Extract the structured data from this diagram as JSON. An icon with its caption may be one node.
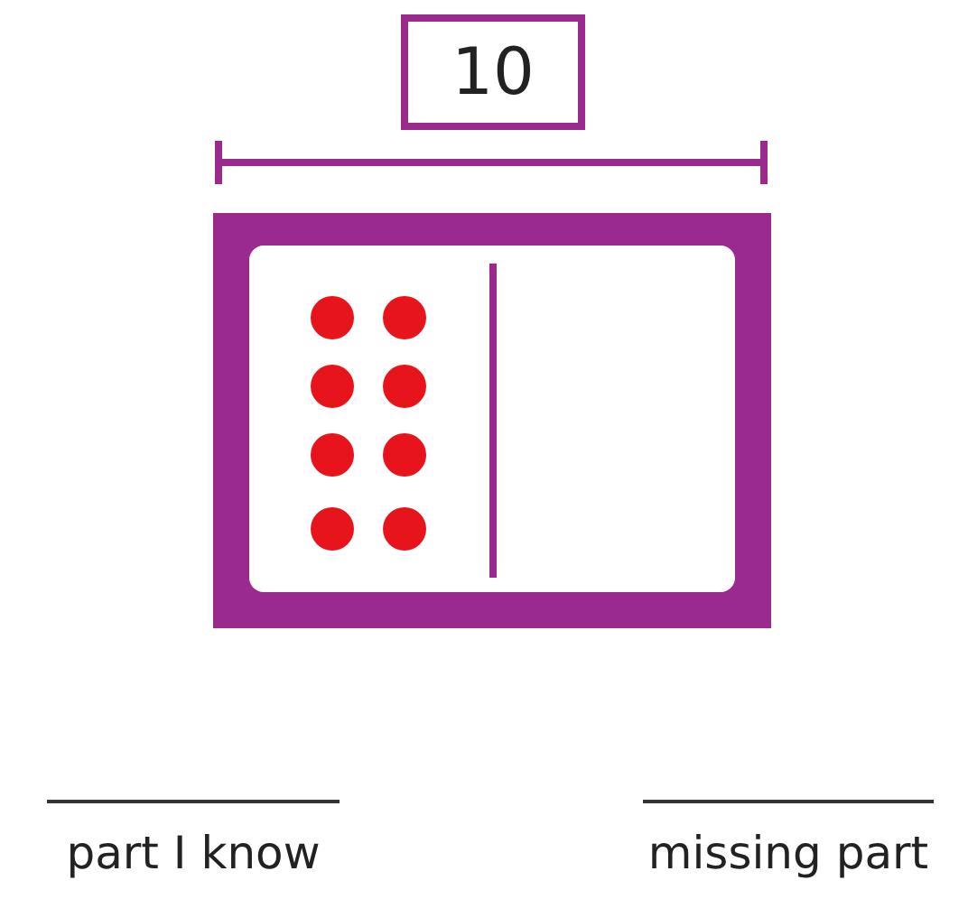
{
  "diagram": {
    "nodes": [
      {
        "text": [
          "10"
        ]
      }
    ],
    "labels": [
      "part I know",
      "missing part"
    ]
  }
}
